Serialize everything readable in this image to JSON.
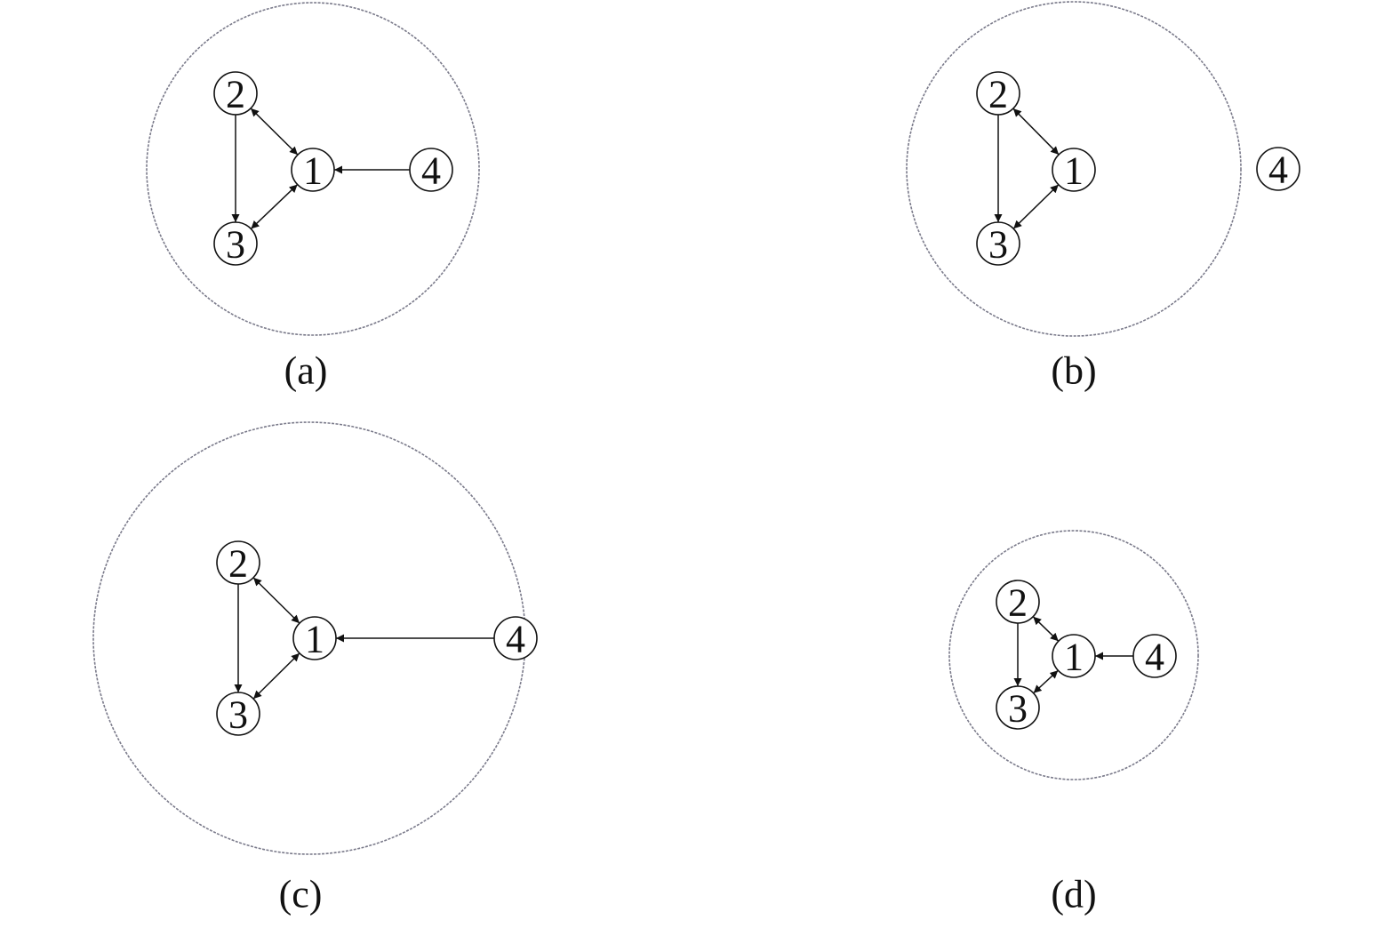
{
  "figure": {
    "panels": [
      {
        "id": "a",
        "caption": "(a)",
        "nodes": [
          {
            "id": "1",
            "label": "1"
          },
          {
            "id": "2",
            "label": "2"
          },
          {
            "id": "3",
            "label": "3"
          },
          {
            "id": "4",
            "label": "4"
          }
        ],
        "edges": [
          {
            "from": "2",
            "to": "1",
            "type": "bidirectional"
          },
          {
            "from": "3",
            "to": "1",
            "type": "bidirectional"
          },
          {
            "from": "2",
            "to": "3",
            "type": "directed"
          },
          {
            "from": "4",
            "to": "1",
            "type": "directed"
          }
        ],
        "node_4_inside_boundary": true
      },
      {
        "id": "b",
        "caption": "(b)",
        "nodes": [
          {
            "id": "1",
            "label": "1"
          },
          {
            "id": "2",
            "label": "2"
          },
          {
            "id": "3",
            "label": "3"
          },
          {
            "id": "4",
            "label": "4"
          }
        ],
        "edges": [
          {
            "from": "2",
            "to": "1",
            "type": "bidirectional"
          },
          {
            "from": "3",
            "to": "1",
            "type": "bidirectional"
          },
          {
            "from": "2",
            "to": "3",
            "type": "directed"
          }
        ],
        "node_4_inside_boundary": false
      },
      {
        "id": "c",
        "caption": "(c)",
        "nodes": [
          {
            "id": "1",
            "label": "1"
          },
          {
            "id": "2",
            "label": "2"
          },
          {
            "id": "3",
            "label": "3"
          },
          {
            "id": "4",
            "label": "4"
          }
        ],
        "edges": [
          {
            "from": "2",
            "to": "1",
            "type": "bidirectional"
          },
          {
            "from": "3",
            "to": "1",
            "type": "bidirectional"
          },
          {
            "from": "2",
            "to": "3",
            "type": "directed"
          },
          {
            "from": "4",
            "to": "1",
            "type": "directed"
          }
        ],
        "node_4_inside_boundary": "on-boundary"
      },
      {
        "id": "d",
        "caption": "(d)",
        "nodes": [
          {
            "id": "1",
            "label": "1"
          },
          {
            "id": "2",
            "label": "2"
          },
          {
            "id": "3",
            "label": "3"
          },
          {
            "id": "4",
            "label": "4"
          }
        ],
        "edges": [
          {
            "from": "2",
            "to": "1",
            "type": "bidirectional"
          },
          {
            "from": "3",
            "to": "1",
            "type": "bidirectional"
          },
          {
            "from": "2",
            "to": "3",
            "type": "directed"
          },
          {
            "from": "4",
            "to": "1",
            "type": "directed"
          }
        ],
        "node_4_inside_boundary": true
      }
    ],
    "colors": {
      "boundary": "#7a7a8a",
      "ink": "#111111",
      "background": "#ffffff"
    }
  }
}
